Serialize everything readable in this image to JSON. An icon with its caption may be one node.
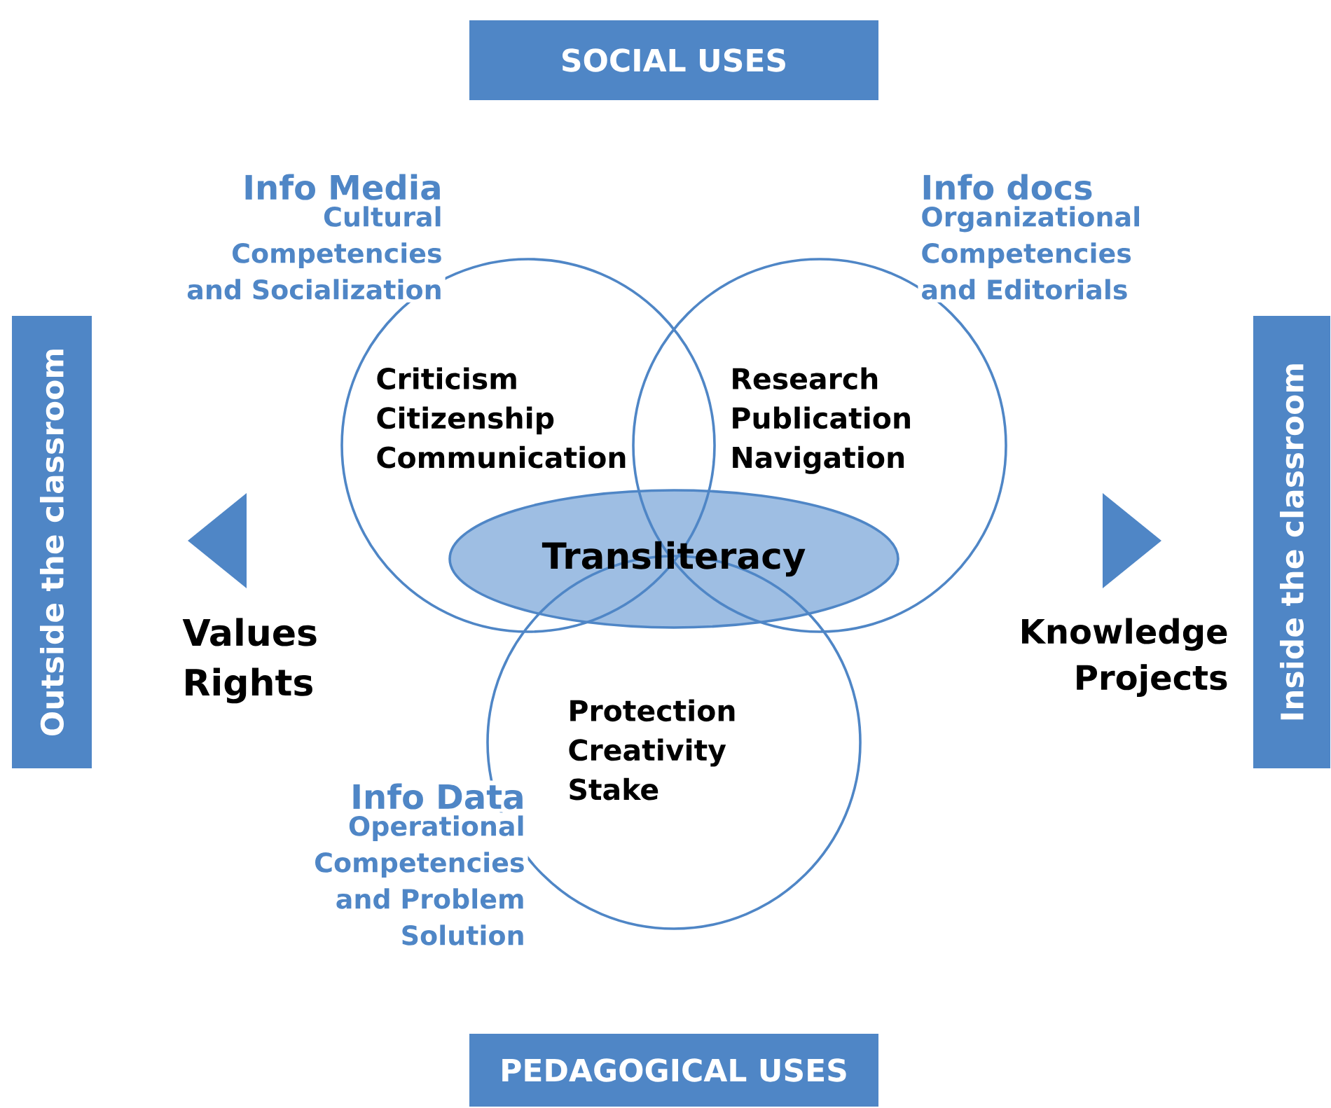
{
  "diagram": {
    "nodes": [
      {
        "text": [
          "SOCIAL USES"
        ]
      },
      {
        "text": [
          "PEDAGOGICAL USES"
        ]
      },
      {
        "text": [
          "Outside the classroom"
        ]
      },
      {
        "text": [
          "Inside the classroom"
        ]
      },
      {
        "text": [
          "Info Media",
          "Cultural Competencies and Socialization",
          "Criticism Citizenship Communication"
        ]
      },
      {
        "text": [
          "Info docs",
          "Organizational Competencies and Editorials",
          "Research Publication Navigation"
        ]
      },
      {
        "text": [
          "Info Data",
          "Operational Competencies and Problem Solution",
          "Protection Creativity Stake"
        ]
      },
      {
        "text": [
          "Transliteracy"
        ]
      }
    ],
    "labels": [
      "Values Rights",
      "Knowledge Projects"
    ]
  }
}
